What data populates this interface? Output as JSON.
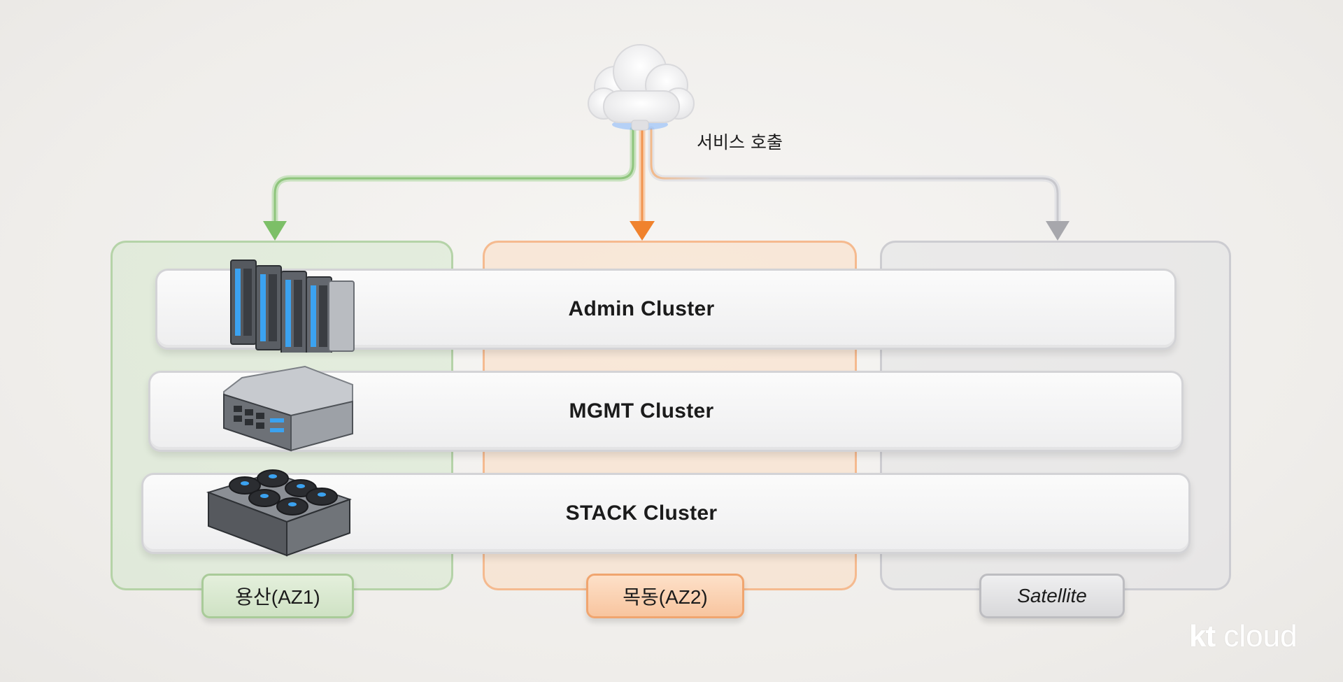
{
  "service_call_label": "서비스 호출",
  "clusters": [
    {
      "id": "admin",
      "label": "Admin Cluster"
    },
    {
      "id": "mgmt",
      "label": "MGMT Cluster"
    },
    {
      "id": "stack",
      "label": "STACK Cluster"
    }
  ],
  "zones": [
    {
      "id": "az1",
      "label": "용산(AZ1)",
      "color": "#8cc07a"
    },
    {
      "id": "az2",
      "label": "목동(AZ2)",
      "color": "#f08a3c"
    },
    {
      "id": "sat",
      "label": "Satellite",
      "color": "#a9a9ae"
    }
  ],
  "brand": {
    "part1": "kt",
    "part2": " cloud"
  },
  "icons": [
    "cloud-icon",
    "server-rack-icon",
    "network-switch-icon",
    "storage-array-icon"
  ]
}
